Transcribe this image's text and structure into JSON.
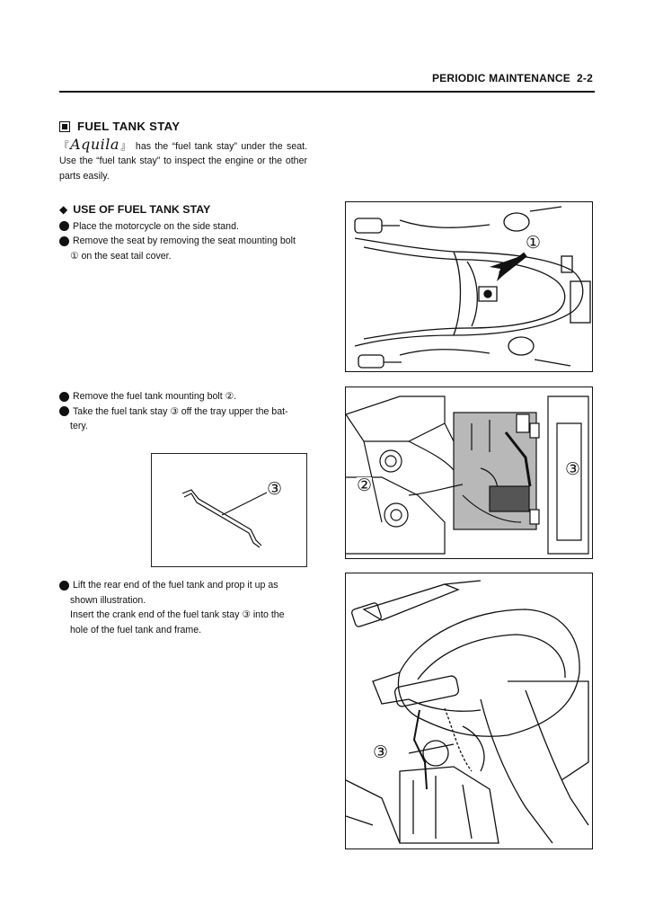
{
  "header": {
    "title": "PERIODIC MAINTENANCE",
    "page": "2-2"
  },
  "section": {
    "title": "FUEL TANK STAY",
    "brand": "Aquila",
    "quote_open": "『",
    "quote_close": "』",
    "intro_after_brand": "has the “fuel tank stay” under the seat.",
    "intro_rest": "Use the “fuel tank stay” to inspect the engine or the other parts easily."
  },
  "subsection": {
    "title": "USE OF FUEL TANK STAY"
  },
  "steps_group1": [
    "Place the motorcycle on the side stand.",
    "Remove the seat by removing the seat mounting bolt"
  ],
  "step1_continuation": "① on the seat tail cover.",
  "steps_group2": [
    "Remove the fuel tank mounting bolt ②.",
    "Take the fuel tank stay ③ off the tray upper the bat-"
  ],
  "step2_continuation": "tery.",
  "step3": {
    "line1": "Lift the rear end of the fuel tank and prop it up as",
    "line2": "shown illustration.",
    "line3": "Insert the crank end of the fuel tank stay ③ into the",
    "line4": "hole of the fuel tank and frame."
  },
  "callouts": {
    "one": "①",
    "two": "②",
    "three": "③"
  },
  "colors": {
    "text": "#111111",
    "battery_tray": "#b8b8b8"
  }
}
